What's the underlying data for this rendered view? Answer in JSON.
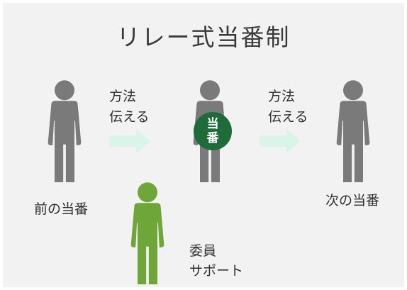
{
  "title": "リレー式当番制",
  "colors": {
    "person": "#7a7a7a",
    "committee": "#6fa63a",
    "arrow": "#d9f5e8",
    "badge": "#1f6b3a",
    "panel": "#f2f2f2"
  },
  "arrows": [
    {
      "line1": "方法",
      "line2": "伝える"
    },
    {
      "line1": "方法",
      "line2": "伝える"
    }
  ],
  "people": {
    "previous": "前の当番",
    "current_badge": [
      "当",
      "番"
    ],
    "next": "次の当番"
  },
  "committee": {
    "line1": "委員",
    "line2": "サポート"
  }
}
